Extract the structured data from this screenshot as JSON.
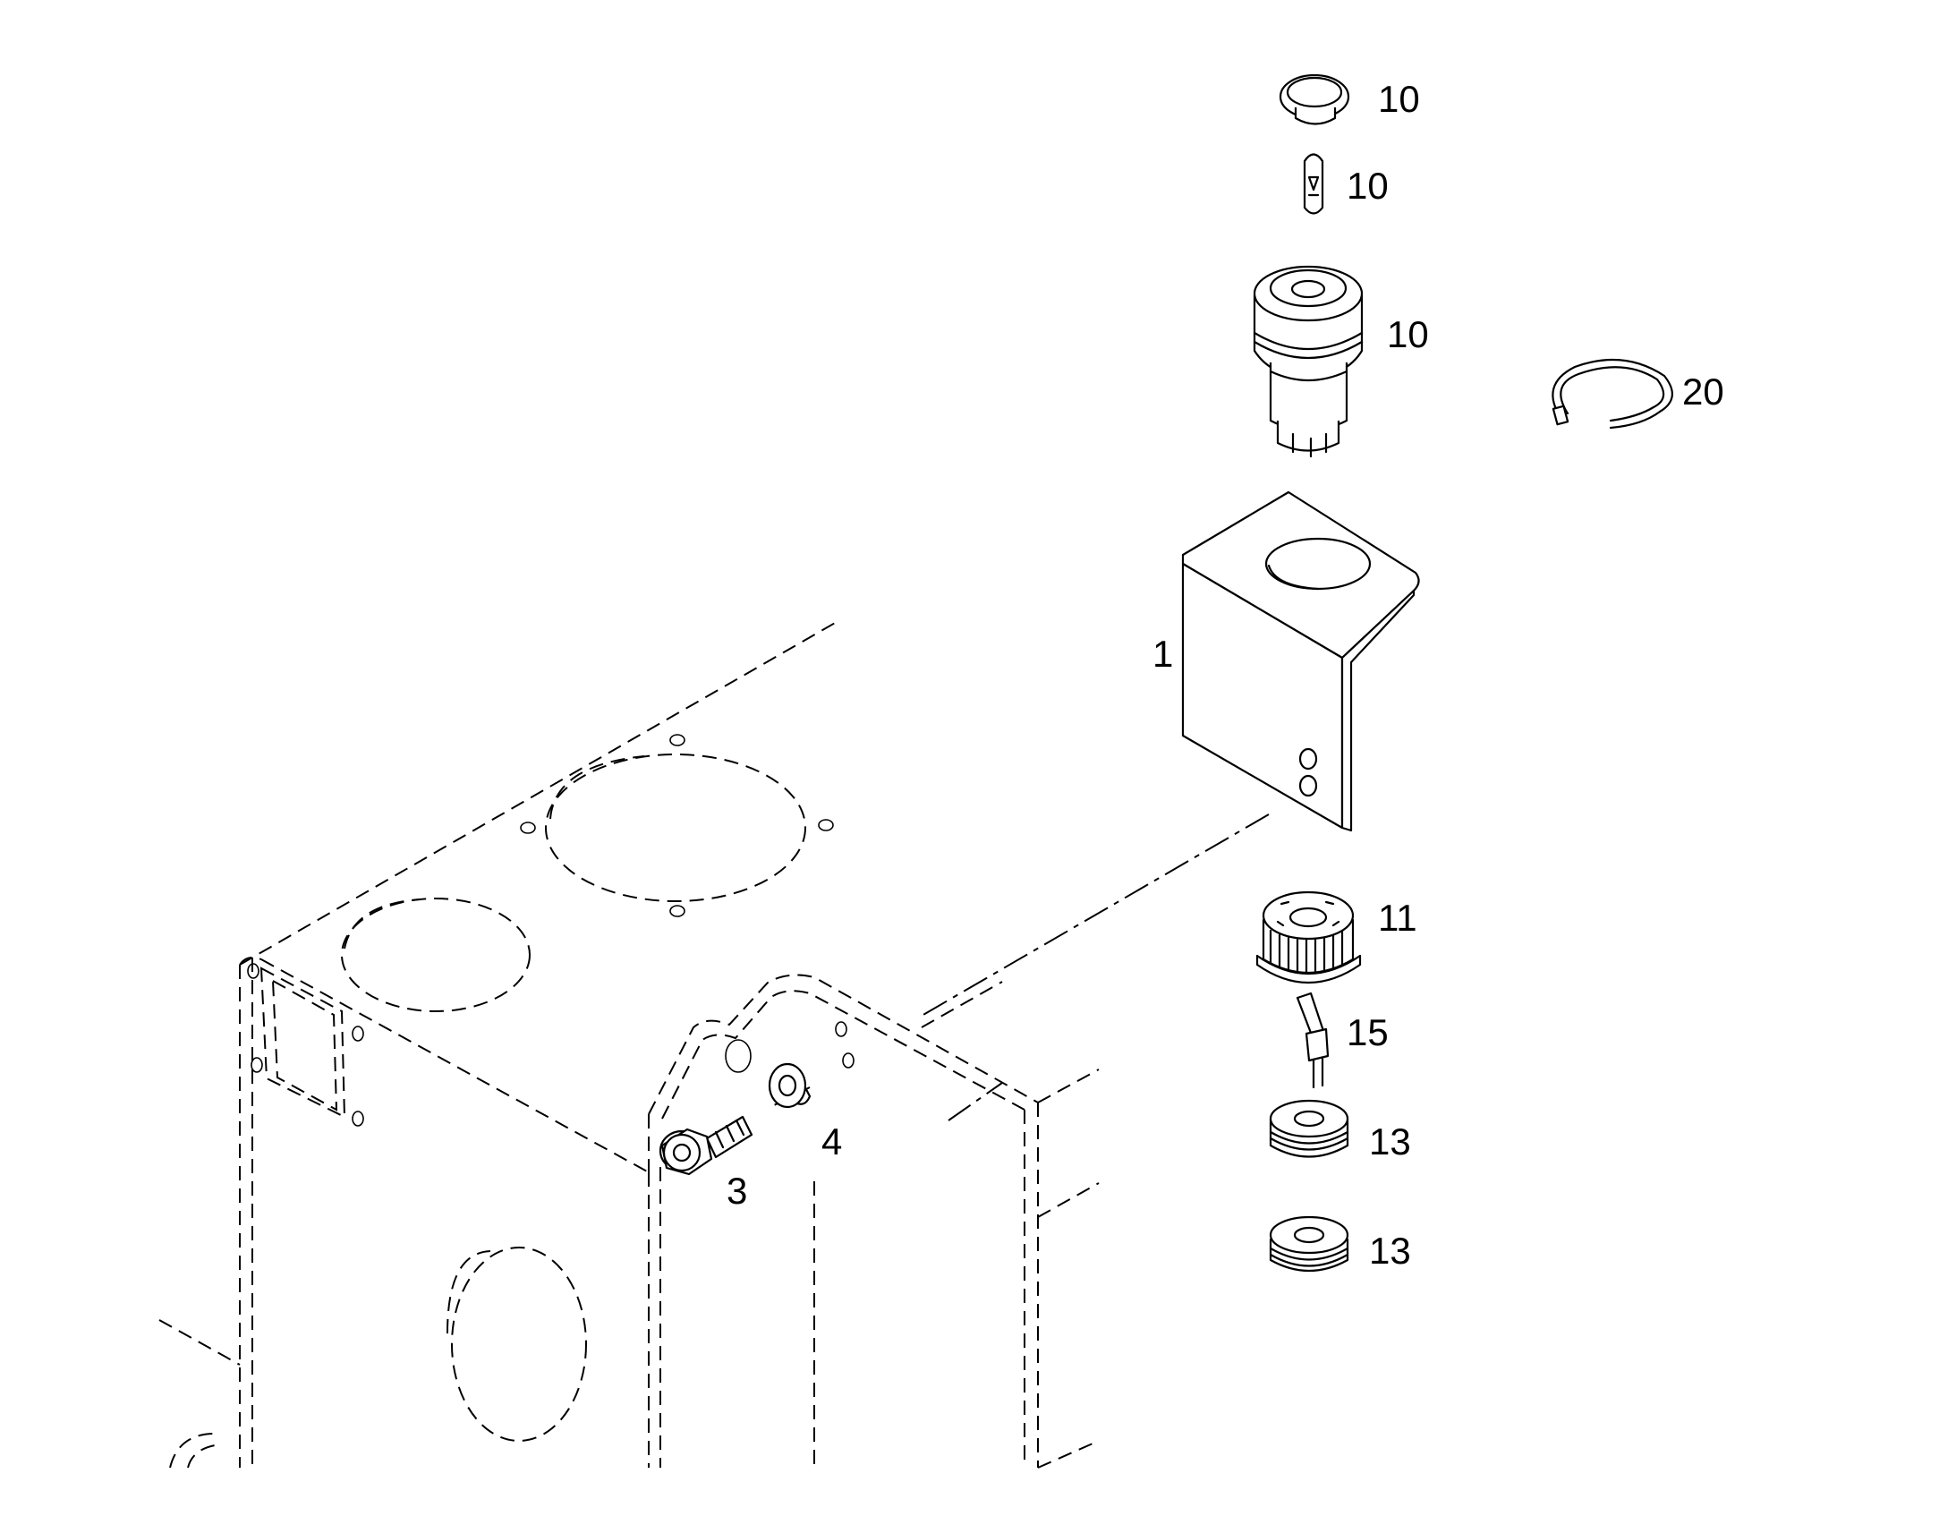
{
  "diagram": {
    "callouts": {
      "c10a": "10",
      "c10b": "10",
      "c10c": "10",
      "c20": "20",
      "c1": "1",
      "c11": "11",
      "c15": "15",
      "c13a": "13",
      "c13b": "13",
      "c3": "3",
      "c4": "4"
    }
  }
}
